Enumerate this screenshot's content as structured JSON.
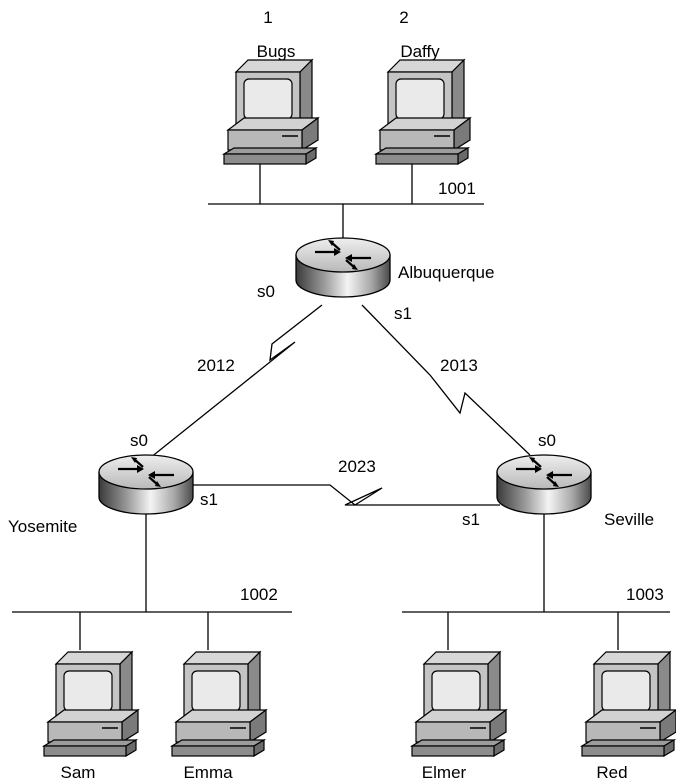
{
  "hosts": {
    "bugs": {
      "number": "1",
      "name": "Bugs"
    },
    "daffy": {
      "number": "2",
      "name": "Daffy"
    },
    "sam": {
      "name": "Sam"
    },
    "emma": {
      "name": "Emma"
    },
    "elmer": {
      "name": "Elmer"
    },
    "red": {
      "name": "Red"
    }
  },
  "routers": {
    "albuquerque": {
      "name": "Albuquerque",
      "if_s0": "s0",
      "if_s1": "s1"
    },
    "yosemite": {
      "name": "Yosemite",
      "if_s0": "s0",
      "if_s1": "s1"
    },
    "seville": {
      "name": "Seville",
      "if_s0": "s0",
      "if_s1": "s1"
    }
  },
  "networks": {
    "top_lan": "1001",
    "left_lan": "1002",
    "right_lan": "1003",
    "link_alb_yos": "2012",
    "link_alb_sev": "2013",
    "link_yos_sev": "2023"
  }
}
